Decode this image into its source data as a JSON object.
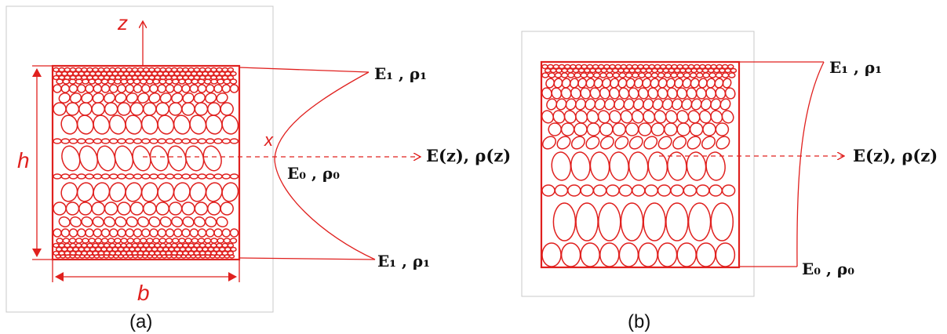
{
  "colors": {
    "accent": "#e0201e",
    "text": "#111111",
    "frame": "#c8c8c8",
    "background": "#ffffff"
  },
  "panel_a": {
    "caption": "(a)",
    "axis_z": "z",
    "axis_x": "x",
    "height_label": "h",
    "width_label": "b",
    "label_top": "E₁ , ρ₁",
    "label_mid": "E₀ , ρ₀",
    "label_bottom": "E₁ , ρ₁",
    "label_arrow": "E(z), ρ(z)"
  },
  "panel_b": {
    "caption": "(b)",
    "label_top": "E₁ , ρ₁",
    "label_bottom": "E₀ , ρ₀",
    "label_arrow": "E(z), ρ(z)"
  }
}
